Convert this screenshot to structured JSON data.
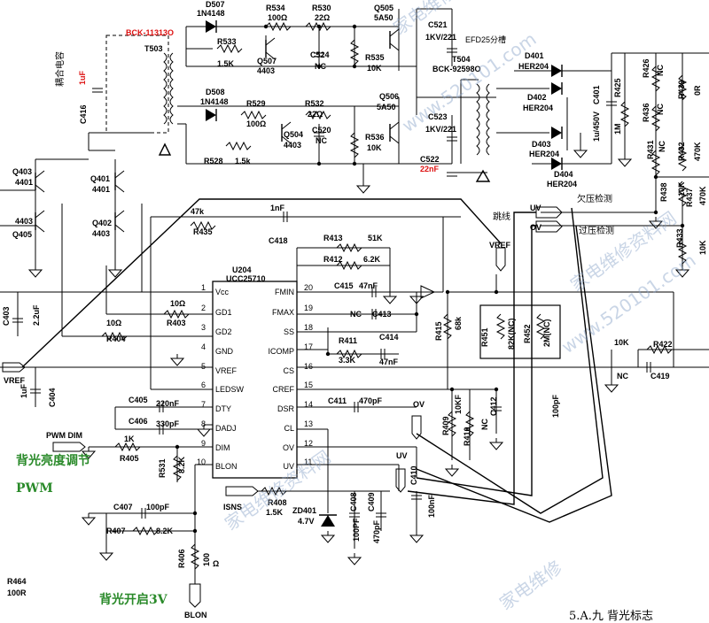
{
  "top": {
    "d507": "D507",
    "d507_part": "1N4148",
    "r534": "R534",
    "r534_val": "100Ω",
    "r530": "R530",
    "r530_val": "22Ω",
    "q505": "Q505",
    "q505_part": "5A50",
    "c521": "C521",
    "c521_val": "1KV/221",
    "bck1": "BCK-11313O",
    "r533": "R533",
    "r533_val": "1.5K",
    "q507": "Q507",
    "q507_part": "4403",
    "c524": "C524",
    "c524_val": "NC",
    "r535": "R535",
    "r535_val": "10K",
    "t503": "T503",
    "coupling_cap": "耦合电容",
    "c416_val": "1uF",
    "c416": "C416",
    "d508": "D508",
    "d508_part": "1N4148",
    "r529": "R529",
    "r529_val": "100Ω",
    "r532": "R532",
    "r532_val": "22Ω",
    "q506": "Q506",
    "q506_part": "5A50",
    "c523": "C523",
    "c523_val": "1KV/221",
    "q504": "Q504",
    "q504_part": "4403",
    "c520": "C520",
    "c520_val": "NC",
    "r536": "R536",
    "r536_val": "10K",
    "r528": "R528",
    "r528_val": "1.5k",
    "c522": "C522",
    "c522_val": "22nF",
    "t504": "T504",
    "bck2": "BCK-92598O",
    "t504_note": "EFD25分槽",
    "d401": "D401",
    "d401_part": "HER204",
    "d402": "D402",
    "d402_part": "HER204",
    "d403": "D403",
    "d403_part": "HER204",
    "d404": "D404",
    "d404_part": "HER204",
    "c401": "C401",
    "c401_val": "1u/450V",
    "r425": "R425",
    "r425_val": "1M",
    "r426": "R426",
    "r426_val": "NC",
    "r436": "R436",
    "r436_val": "NC",
    "r439": "R439",
    "r439_val": "0R",
    "r431": "R431",
    "r431_val": "NC",
    "r432": "R432",
    "r432_val": "470K",
    "r438": "R438",
    "r438_val": "10K",
    "r437": "R437",
    "r437_val": "470K",
    "r433": "R433",
    "r433_val": "10K",
    "uv_label": "UV",
    "ov_label": "OV",
    "under_voltage": "欠压检测",
    "over_voltage": "过压检测",
    "jumper": "跳线"
  },
  "left": {
    "q403": "Q403",
    "q403_part": "4401",
    "q405": "Q405",
    "q405_part": "4403",
    "q401": "Q401",
    "q401_part": "4401",
    "q402": "Q402",
    "q402_part": "4403",
    "c403": "C403",
    "c403_val": "2.2uF",
    "vref": "VREF",
    "c404": "C404",
    "c404_val": "1uF"
  },
  "ic": {
    "name": "U204",
    "part": "UCC25710",
    "left_pins": [
      "Vcc",
      "GD1",
      "GD2",
      "GND",
      "VREF",
      "LEDSW",
      "DTY",
      "DADJ",
      "DIM",
      "BLON"
    ],
    "left_nums": [
      "1",
      "2",
      "3",
      "4",
      "5",
      "6",
      "7",
      "8",
      "9",
      "10"
    ],
    "right_pins": [
      "FMIN",
      "FMAX",
      "SS",
      "ICOMP",
      "CS",
      "CREF",
      "DSR",
      "CL",
      "OV",
      "UV"
    ],
    "right_nums": [
      "20",
      "19",
      "18",
      "17",
      "16",
      "15",
      "14",
      "13",
      "12",
      "11"
    ]
  },
  "mid": {
    "r435": "R435",
    "r435_val": "47k",
    "c418": "C418",
    "c418_val": "1nF",
    "r413": "R413",
    "r413_val": "51K",
    "r412": "R412",
    "r412_val": "6.2K",
    "c415": "C415",
    "c415_val": "47nF",
    "c413": "C413",
    "c413_nc": "NC",
    "r411": "R411",
    "r411_val": "3.3K",
    "c414": "C414",
    "c414_val": "47nF",
    "r403": "R403",
    "r403_val": "10Ω",
    "r404": "R404",
    "r404_val": "10Ω",
    "c405": "C405",
    "c405_val": "220nF",
    "c406": "C406",
    "c406_val": "330pF",
    "r405": "R405",
    "r405_val": "1K",
    "pwm_dim": "PWM DIM",
    "r531": "R531",
    "r531_val": "8.2K",
    "c407": "C407",
    "c407_val": "100pF",
    "r407": "R407",
    "r407_val": "8.2K",
    "r406": "R406",
    "r406_val": "100",
    "omega": "Ω",
    "r464": "R464",
    "r464_val": "100R",
    "blon": "BLON",
    "isns": "ISNS",
    "r408": "R408",
    "r408_val": "1.5K",
    "zd401": "ZD401",
    "zd401_val": "4.7V",
    "c408": "C408",
    "c408_val": "100PF",
    "c409": "C409",
    "c409_val": "470pF",
    "c410": "C410",
    "c410_val": "100nF",
    "c411": "C411",
    "c411_val": "470pF",
    "r415": "R415",
    "r415_val": "68k",
    "vref_top": "VREF",
    "r451": "R451",
    "r451_val": "82K(NC)",
    "r452": "R452",
    "r452_val": "2M(NC)",
    "c412": "C412",
    "c412_val": "100pF",
    "r409": "R409",
    "r409_val": "10KF",
    "r410": "R410",
    "r410_val": "NC",
    "r422": "R422",
    "r422_val": "10K",
    "c419": "C419",
    "c419_nc": "NC",
    "ov2": "OV",
    "uv2": "UV"
  },
  "notes": {
    "brightness": "背光亮度调节",
    "pwm": "PWM",
    "backlight_on": "背光开启3V",
    "bottom_partial": "5.A.九 背光标志"
  },
  "watermarks": [
    "家电维修资料网",
    "www.520101.com",
    "家电维修资料网",
    "www.520101.com",
    "家电维修资料网",
    "家电维修"
  ]
}
